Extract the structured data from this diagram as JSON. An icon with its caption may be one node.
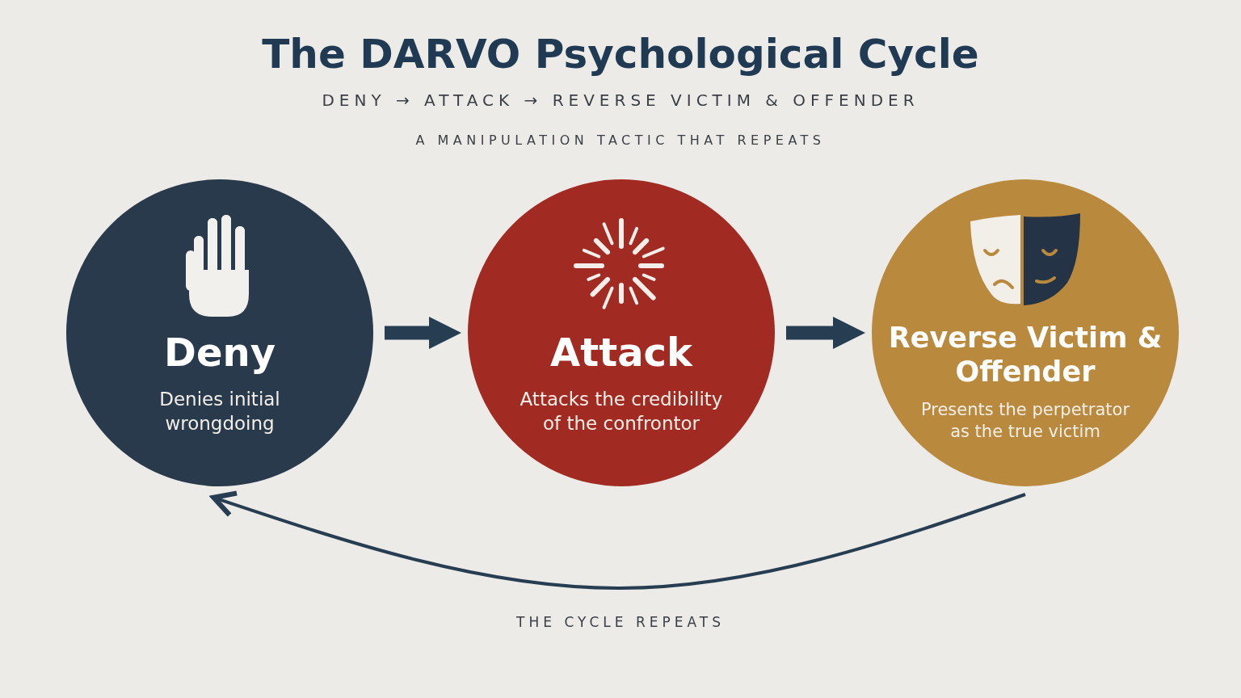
{
  "diagram": {
    "title": "The DARVO Psychological Cycle",
    "nodes": [
      {
        "text": [
          "Deny",
          "Denies initial wrongdoing"
        ]
      },
      {
        "text": [
          "Attack",
          "Attacks the credibility of the confrontor"
        ]
      },
      {
        "text": [
          "Reverse Victim & Offender",
          "Presents the perpetrator as the true victim"
        ]
      }
    ],
    "edges": [
      {
        "from": 0,
        "to": 1,
        "arrow": "to"
      },
      {
        "from": 1,
        "to": 2,
        "arrow": "to"
      },
      {
        "from": 2,
        "to": 0,
        "arrow": "to"
      }
    ],
    "labels": [
      "DENY → ATTACK → REVERSE VICTIM & OFFENDER",
      "A MANIPULATION TACTIC THAT REPEATS",
      "THE CYCLE REPEATS"
    ]
  }
}
